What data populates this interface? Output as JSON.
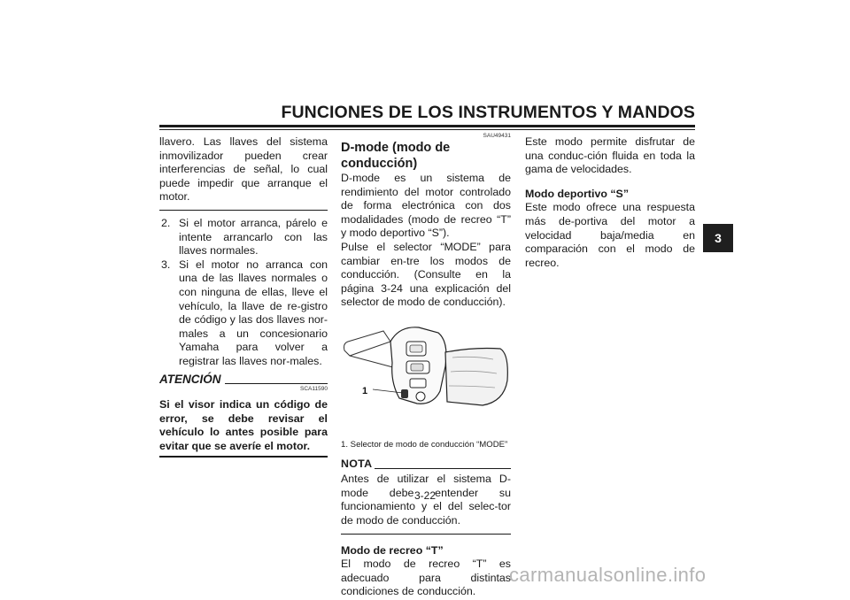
{
  "header": {
    "title": "FUNCIONES DE LOS INSTRUMENTOS Y MANDOS",
    "chapter_tab": "3"
  },
  "col1": {
    "intro": "llavero. Las llaves del sistema inmovilizador pueden crear interferencias de señal, lo cual puede impedir que arranque el motor.",
    "steps": [
      {
        "num": "2.",
        "text": "Si el motor arranca, párelo e intente arrancarlo con las llaves normales."
      },
      {
        "num": "3.",
        "text": "Si el motor no arranca con una de las llaves normales o con ninguna de ellas, lleve el vehículo, la llave de re-gistro de código y las dos llaves nor-males a un concesionario Yamaha para volver a registrar las llaves nor-males."
      }
    ],
    "attention_code": "SCA11590",
    "attention_label": "ATENCIÓN",
    "attention_text": "Si el visor indica un código de error, se debe revisar el vehículo lo antes posible para evitar que se averíe el motor."
  },
  "col2": {
    "code": "SAU49431",
    "heading": "D-mode (modo de conducción)",
    "para1": "D-mode es un sistema de rendimiento del motor controlado de forma electrónica con dos modalidades (modo de recreo “T” y modo deportivo “S”).",
    "para2": "Pulse el selector “MODE” para cambiar en-tre los modos de conducción. (Consulte en la página 3-24 una explicación del selector de modo de conducción).",
    "figure_callout": "1",
    "caption": "1.  Selector de modo de conducción “MODE”",
    "nota_label": "NOTA",
    "nota_text": "Antes de utilizar el sistema D-mode debe entender su funcionamiento y el del selec-tor de modo de conducción.",
    "recreo_heading": "Modo de recreo “T”",
    "recreo_text": "El modo de recreo “T” es adecuado para distintas condiciones de conducción."
  },
  "col3": {
    "para1": "Este modo permite disfrutar de una conduc-ción fluida en toda la gama de velocidades.",
    "deportivo_heading": "Modo deportivo “S”",
    "deportivo_text": "Este modo ofrece una respuesta más de-portiva del motor a velocidad baja/media en comparación con el modo de recreo."
  },
  "footer": {
    "page_number": "3-22",
    "watermark": "carmanualsonline.info"
  }
}
